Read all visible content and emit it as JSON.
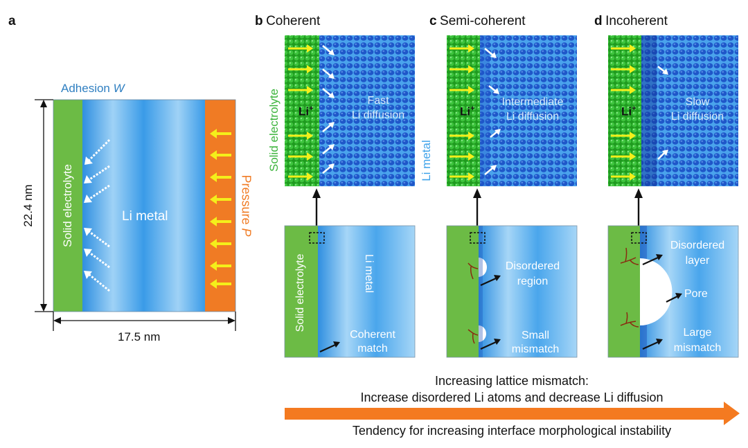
{
  "colors": {
    "electrolyte_green": "#6cbb45",
    "li_metal_blue": "#3fa3ea",
    "pressure_orange": "#f07b24",
    "arrow_orange": "#f47a20",
    "adhesion_blue": "#2f7fc1",
    "atom_blue": "#1f57c9",
    "atom_green": "#2fb52f",
    "yellow_arrow": "#f4ef1a"
  },
  "panel_a": {
    "label": "a",
    "adhesion_prefix": "Adhesion ",
    "adhesion_symbol": "W",
    "solid_electrolyte": "Solid electrolyte",
    "li_metal": "Li metal",
    "pressure_prefix": "Pressure ",
    "pressure_symbol": "P",
    "height_label": "22.4 nm",
    "width_label": "17.5 nm"
  },
  "panels": [
    {
      "id": "b",
      "label": "b",
      "title": "Coherent",
      "atomic_text_line1": "Fast",
      "atomic_text_line2": "Li diffusion",
      "interface_text_line1": "Coherent",
      "interface_text_line2": "match"
    },
    {
      "id": "c",
      "label": "c",
      "title": "Semi-coherent",
      "atomic_text_line1": "Intermediate",
      "atomic_text_line2": "Li diffusion",
      "upper_text_line1": "Disordered",
      "upper_text_line2": "region",
      "interface_text_line1": "Small",
      "interface_text_line2": "mismatch"
    },
    {
      "id": "d",
      "label": "d",
      "title": "Incoherent",
      "atomic_text_line1": "Slow",
      "atomic_text_line2": "Li diffusion",
      "upper_text_line1": "Disordered",
      "upper_text_line2": "layer",
      "pore_text": "Pore",
      "interface_text_line1": "Large",
      "interface_text_line2": "mismatch"
    }
  ],
  "atomic_labels": {
    "li_ion": "Li",
    "li_ion_charge": "+",
    "solid_electrolyte_vertical": "Solid electrolyte",
    "li_metal_vertical": "Li metal"
  },
  "lower_b_labels": {
    "solid_electrolyte": "Solid electrolyte",
    "li_metal": "Li metal"
  },
  "bottom": {
    "line1": "Increasing lattice mismatch:",
    "line2": "Increase disordered Li atoms and decrease Li diffusion",
    "line3": "Tendency for increasing interface morphological instability"
  }
}
